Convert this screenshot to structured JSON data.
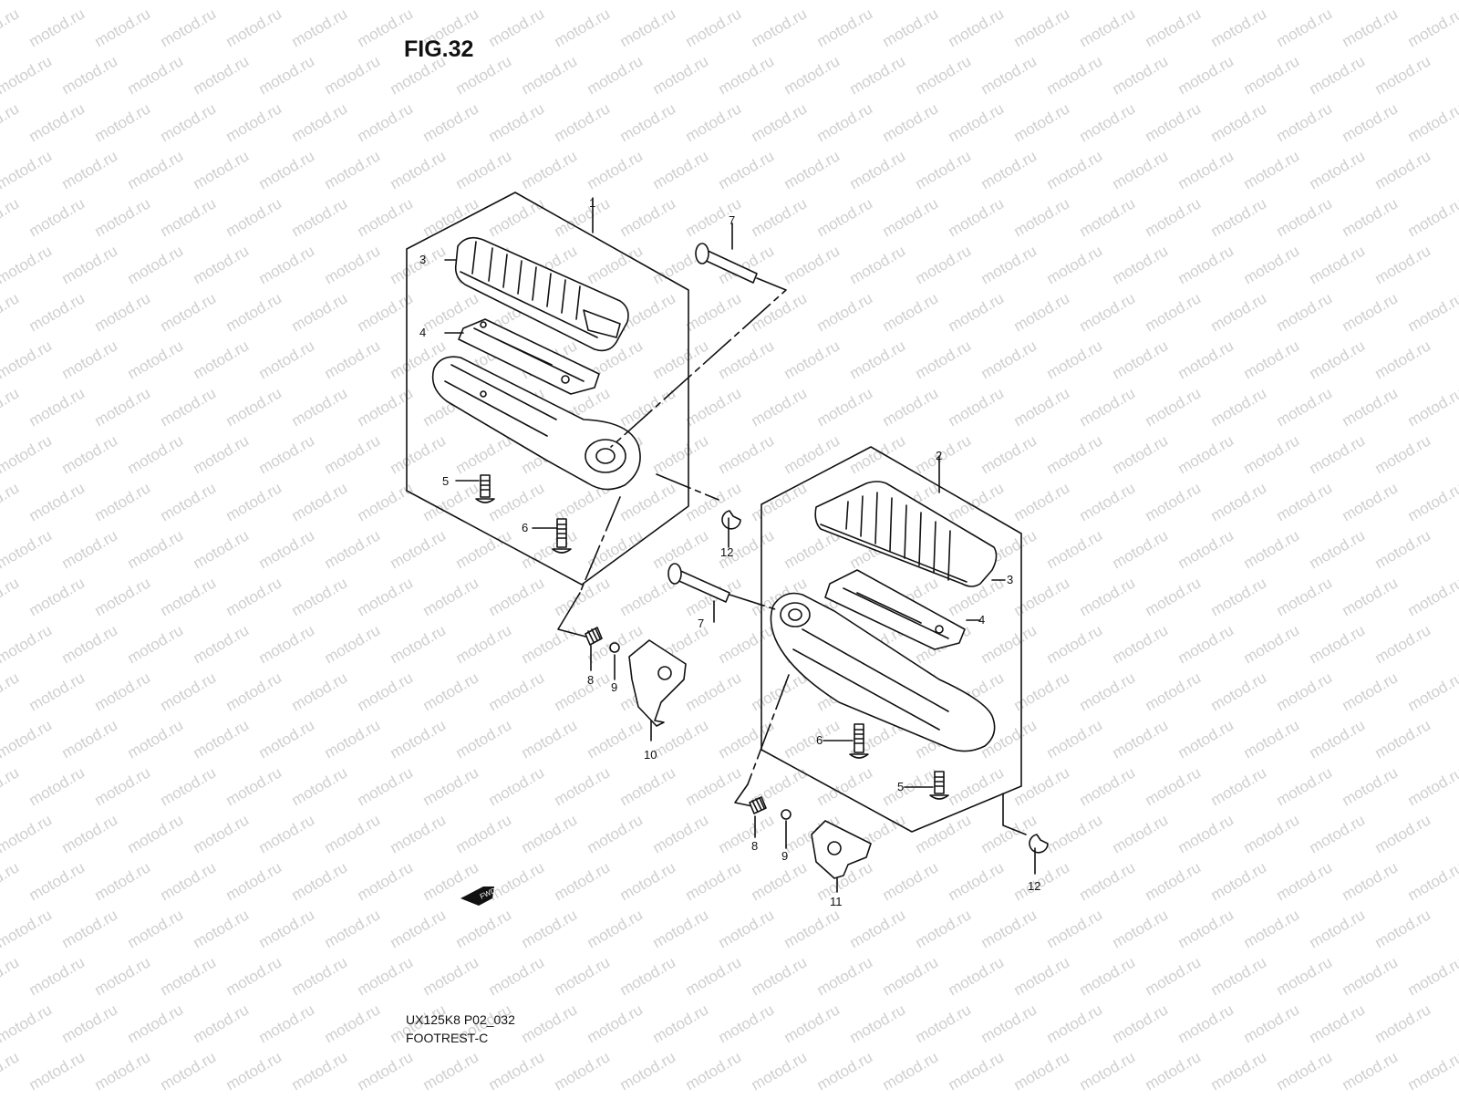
{
  "figure": {
    "title": "FIG.32",
    "code": "UX125K8 P02_032",
    "name": "FOOTREST-C"
  },
  "watermark": {
    "text": "motod.ru",
    "color": "#cfcfcf"
  },
  "fwd_arrow": {
    "label": "FWD"
  },
  "callouts": {
    "left_assembly": [
      "1",
      "3",
      "4",
      "5",
      "6",
      "7",
      "8",
      "9",
      "10",
      "12"
    ],
    "right_assembly": [
      "2",
      "3",
      "4",
      "6",
      "5",
      "7",
      "8",
      "9",
      "11",
      "12"
    ]
  },
  "colors": {
    "line": "#111111",
    "background": "#ffffff"
  }
}
